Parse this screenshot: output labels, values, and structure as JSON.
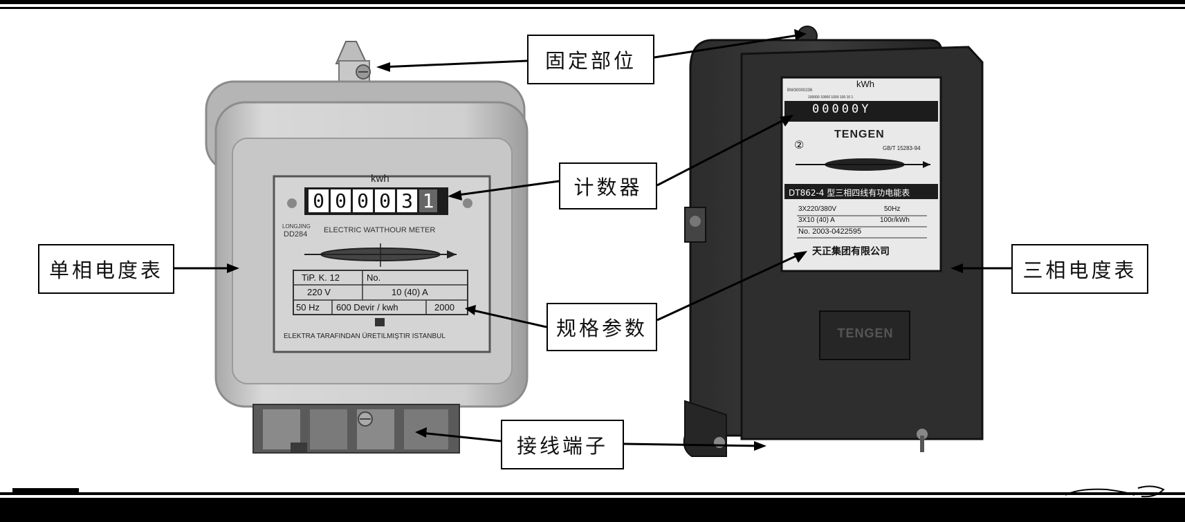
{
  "callouts": {
    "mounting": "固定部位",
    "counter": "计数器",
    "single_phase": "单相电度表",
    "three_phase": "三相电度表",
    "specs": "规格参数",
    "terminals": "接线端子"
  },
  "single_meter": {
    "unit": "kwh",
    "digits": [
      "0",
      "0",
      "0",
      "0",
      "3",
      "1"
    ],
    "brand": "LONGJING",
    "model": "DD284",
    "title": "ELECTRIC WATTHOUR METER",
    "table": {
      "r1c1": "TiP. K. 12",
      "r1c2": "No.",
      "r2c1": "220 V",
      "r2c2": "10 (40) A",
      "r3c1": "50 Hz",
      "r3c2": "600 Devir / kwh",
      "r3c3": "2000"
    },
    "footer": "ELEKTRA TARAFINDAN ÜRETILMIŞTIR ISTANBUL"
  },
  "three_meter": {
    "unit": "kWh",
    "small_code": "BW30000236",
    "scale": "100000 10000 1000 100 10 1",
    "digits": [
      "0",
      "0",
      "0",
      "0",
      "0",
      "Y"
    ],
    "circle_num": "②",
    "brand": "TENGEN",
    "standard": "GB/T 15283-94",
    "model_title": "DT862-4 型三相四线有功电能表",
    "spec1": "3X220/380V",
    "spec1b": "50Hz",
    "spec2": "3X10 (40) A",
    "spec2b": "100r/kWh",
    "serial": "No. 2003-0422595",
    "maker": "天正集团有限公司",
    "badge": "TENGEN"
  }
}
